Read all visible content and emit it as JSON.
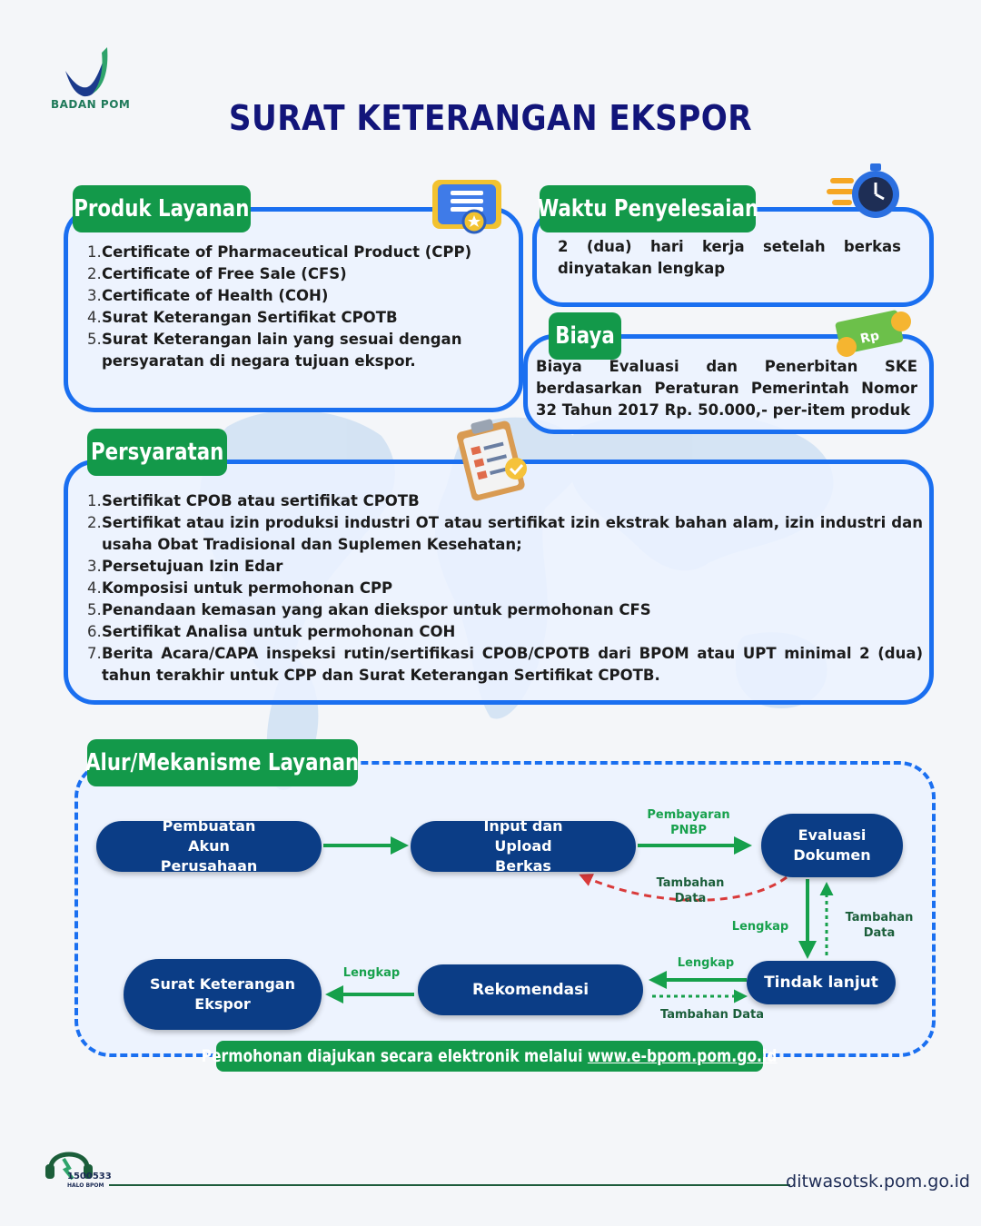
{
  "brand": {
    "logo_text": "BADAN POM"
  },
  "title": "SURAT KETERANGAN EKSPOR",
  "produk": {
    "heading": "Produk Layanan",
    "items": [
      "Certificate of Pharmaceutical Product (CPP)",
      "Certificate of Free Sale (CFS)",
      "Certificate of Health (COH)",
      "Surat Keterangan Sertifikat CPOTB",
      "Surat Keterangan lain yang sesuai dengan persyaratan di negara tujuan ekspor."
    ]
  },
  "waktu": {
    "heading": "Waktu Penyelesaian",
    "text": "2 (dua) hari kerja setelah berkas dinyatakan lengkap"
  },
  "biaya": {
    "heading": "Biaya",
    "text": "Biaya Evaluasi dan Penerbitan SKE berdasarkan Peraturan Pemerintah Nomor 32 Tahun 2017 Rp. 50.000,- per-item produk",
    "badge": "Rp"
  },
  "persyaratan": {
    "heading": "Persyaratan",
    "items": [
      "Sertifikat CPOB atau sertifikat CPOTB",
      "Sertifikat atau izin produksi industri OT atau sertifikat izin ekstrak bahan alam, izin industri dan usaha Obat Tradisional dan Suplemen Kesehatan;",
      "Persetujuan Izin Edar",
      "Komposisi untuk permohonan CPP",
      "Penandaan kemasan yang akan diekspor untuk permohonan CFS",
      "Sertifikat Analisa untuk permohonan COH",
      "Berita Acara/CAPA inspeksi rutin/sertifikasi CPOB/CPOTB dari BPOM atau UPT minimal 2 (dua) tahun terakhir untuk CPP dan Surat Keterangan Sertifikat CPOTB."
    ]
  },
  "alur": {
    "heading": "Alur/Mekanisme Layanan",
    "nodes": {
      "akun": "Pembuatan Akun Perusahaan",
      "input": "Input dan Upload Berkas",
      "evaluasi": "Evaluasi Dokumen",
      "tindak": "Tindak lanjut",
      "rekomendasi": "Rekomendasi",
      "surat": "Surat Keterangan Ekspor"
    },
    "edges": {
      "pembayaran": "Pembayaran PNBP",
      "tambahan_data_1": "Tambahan Data",
      "lengkap_1": "Lengkap",
      "tambahan_data_2": "Tambahan Data",
      "lengkap_2": "Lengkap",
      "tambahan_data_3": "Tambahan Data",
      "lengkap_3": "Lengkap"
    },
    "online_prefix": "Permohonan diajukan secara elektronik melalui",
    "online_link": "www.e-bpom.pom.go.id"
  },
  "footer": {
    "hotline": "1500533",
    "hotline_sub": "HALO BPOM",
    "website": "ditwasotsk.pom.go.id"
  }
}
